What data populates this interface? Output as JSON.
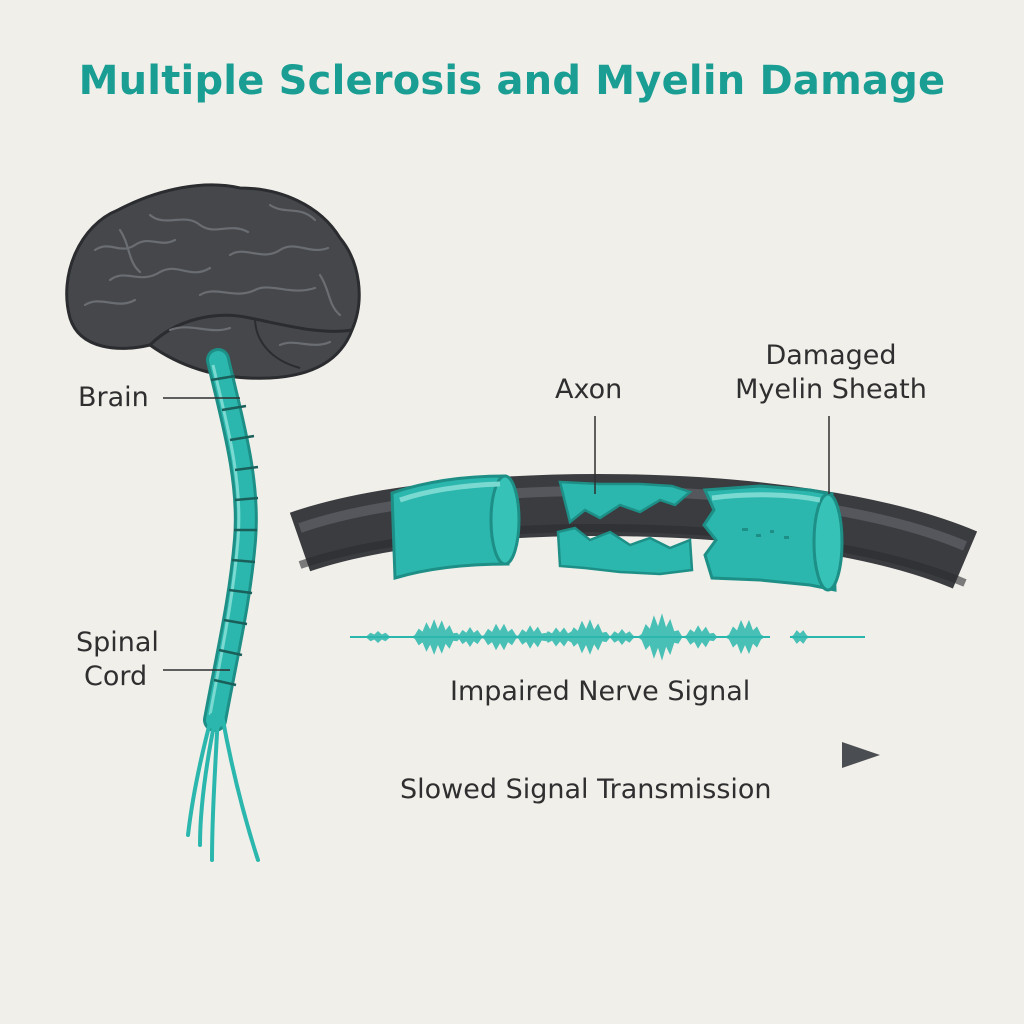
{
  "title": "Multiple Sclerosis and Myelin Damage",
  "labels": {
    "brain": "Brain",
    "spinal_cord_line1": "Spinal",
    "spinal_cord_line2": "Cord",
    "axon": "Axon",
    "myelin_line1": "Damaged",
    "myelin_line2": "Myelin Sheath",
    "impaired_signal": "Impaired Nerve Signal",
    "slowed_transmission": "Slowed Signal Transmission"
  },
  "colors": {
    "background": "#f1efea",
    "accent": "#1a9e93",
    "myelin": "#2bb7ad",
    "axon": "#3a3c40",
    "brain": "#45474b",
    "text": "#2f2f30"
  }
}
